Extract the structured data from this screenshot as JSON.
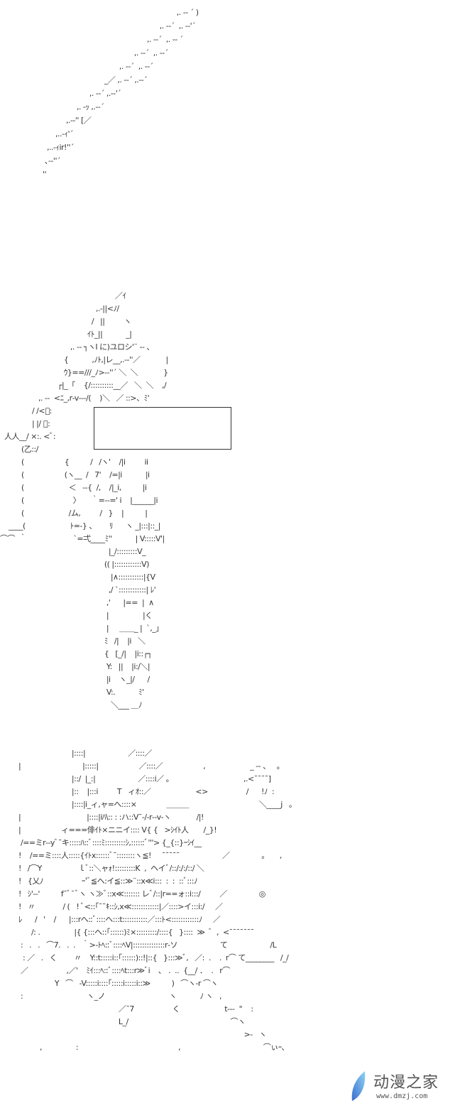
{
  "art": {
    "sword": [
      "                                                               ,. -‐ ´ )",
      "                                                       ,. -‐´  ,. -‐'´",
      "                                                 ,. -‐´  ,. -‐ ´",
      "                                           ,. -‐´  ,. -‐´",
      "                                    ,. -‐´  ,. -‐´",
      "                             _／ ,. -‐´ ,.-‐´",
      "                      ,. -‐´ ,.-‐'´",
      "                ,. -ｯ ,.-‐´",
      "           ,.-‐'' [／",
      "      ,..-ｨ'´",
      "  ,..-ｨir!''´",
      " ､-‐''´",
      "''"
    ],
    "figure": [
      "                                                      ／ｲ",
      "                                             ,.-||<ﾉ/",
      "                                           /   ||         ヽ",
      "                                         ｲﾄ_||           _|",
      "                                 ,. ‐‐ ┐ヽI に)ユロシ'¨ ‐‐ 、",
      "                              {           ,ﾉﾄ,|レ__,.-‐''／            |",
      "                              ｳ}==///_ﾉ>-‐''´ ＼  ＼            }",
      "                           ┌|_「    {/::::::::::__／   ＼  ＼    ,/",
      "                  ,. ‐‐  <ﾆ_,r‐v‐‐‐/(    )＼   ／ ::>、ﾐ'",
      "               / /<ﾞ:",
      "               | |/ ﾞ:",
      "  人人__/ ×:. <ﾞ:",
      "          (乙::/",
      "          (                   {          /   /ヽ'    /|i         ii",
      "          (                   (ヽ__  /   7'    /=|i           |i",
      "          (                     ＜   ‐‐{  /,    /|_i,          |i",
      "          (                       〉     ｀=‐‐=' i    |______|i",
      "          (                     /ム,         /   }    |          |",
      "    ____(                     ﾄ=-} 、      ﾘ      ヽ _|:::|::_|",
      "⌒⌒  ｀                      `=弌____ﾐ''           | V:::::V'|",
      "                                                   |_/:::::::::V_",
      "                                                 (( |::::::::::::V)",
      "                                                    |∧:::::::::::|{V",
      "                                                   ,/ `::::::::::::| ﾚ'",
      "                                                  ,'      |==  |  ∧",
      "                                                  |                |く",
      "                                                  |     ＿＿_ |  `,_」",
      "                                                 ﾐ   /|    |i   ＼",
      "                                                 {   [_/|    |i::┌┐",
      "                                                  Y:   ||    |i:/＼|",
      "                                                  |i    ヽ_|/      /",
      "                                                  V:.           ﾐ'",
      "                                                    ＼___ ＿ﾉ"
    ],
    "scene": [
      "                           |::::|                    ／::::／",
      "  |                             |:::::|                   ／::::／                   ,                     _ ‐‐ 、   。",
      "                           |::/  |_:|                    ／::::i／ 。                                 ,.<¯¯¯¯]",
      "                           |::    |:::i         T   ィｵ::／                     <>                  /      !ﾉ  :",
      "                           |::::|i_ィ,ャ=へ::::×              ＿＿＿                                 ＼____j   。",
      "  |                               |::::|iﾊ\\:: : :ハ::V¯‐/‐r‐‐v‐ヽ            /|!",
      "  |                   ィ===俳ｲﾄ×ニニイ:::: V{ {   >ｼｲﾄ人       /_}!",
      "   /==ミr‐‐yﾞ¯キ:::::ﾊ::ﾞ::::ﾐ:::::::::ｼ,::::::ﾞ'''> {_{::}ｰｼｲ__",
      "  !    /==ミ::::人:::::{ｲﾄx::::::ﾞ¯::::::::ヽ≦!     ¯¯¯¯¯                    ／               。     ,",
      "  !   /⌒Y                 ｌﾞ::＼ャｫ!:::::::::K  ,  ヘイﾞ/::/:/:/::/ ＼",
      "  !   {乂ﾉ                  ｰ'ﾞ≦ヘ:イ≦::≫¨::x≪i:::  :  :  ::ﾞ:::ﾉ",
      "  !   ｼ'‐‐'          f¯ﾞ¯ﾞヽ ヽ≫ﾞ::x≪::::::: レﾞ/::|r==ォ::i:::/         ／               ◎",
      "  !   〃             / (   ! ﾞ<::｢¯¯ｷ::ｼ,x≪::::::::::::|／::::>イ:::i:/     ／",
      "  ﾚ      /   '    /      |:::rへ::ﾞ::::ヘ:::t:::::::::::／:::ﾄ<::::::::::::ﾉ     ／",
      "        /: .                |{ {:::ヘ::｢::::::)ﾐ×:::::::::/::::{   }::::  ≫  ﾞ  ,  <¯¯¯¯¯¯¯",
      "   :   .   .   ⌒7.   .  .   ｀>‐ﾄﾍ::ﾞ::::ﾍV|::::::::::::::r‐ソ                    て                    /L",
      "    : ／   .   く        〃    Y::t:::::i::｢::::::)::!|::{   }:::≫ﾞ,   ／:  .    .  r⌒ て________   /_/",
      "   ／                  ,／'    ﾐｲ:::ﾍ::ﾞ::::ﾍt:::r≫ﾞi    ､   .  ..  {__/ ．  .   r⌒",
      "                   Y   ⌒   ‐V:::::i::::｢:::::i:::::i::≫          )   ⌒ヽ-r ⌒ヽ",
      "   :                              ヽ_ノ                              ヽ           ﾉ ヽ   ,",
      "                                                 ／¯7                  く                     t‐‐‐  °    :",
      "                                                 L_/                                                ⌒ヽ",
      "                                                                                                            >‐   ヽ",
      "            ,                :                                               ,                                       ⌒ぃｰ､"
    ]
  },
  "watermark": {
    "name": "动漫之家",
    "url": "www.dmzj.com",
    "color": "#4a90d9"
  }
}
